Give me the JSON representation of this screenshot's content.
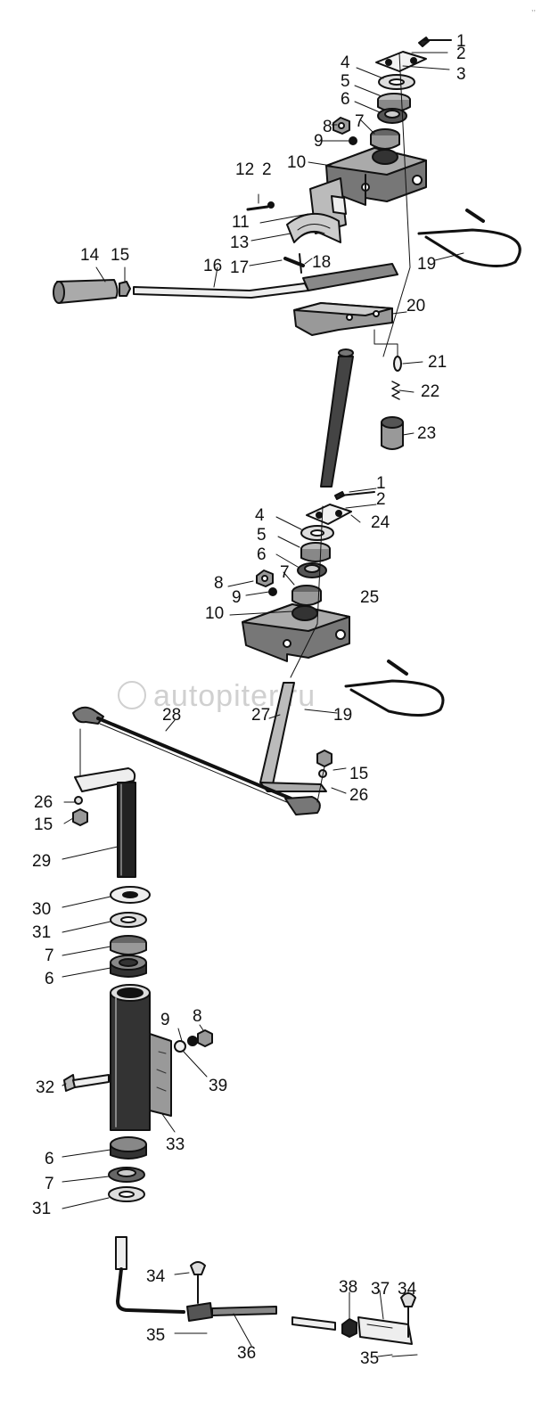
{
  "diagram": {
    "watermark": "autopiter.ru",
    "callouts": [
      {
        "text": "1"
      },
      {
        "text": "2"
      },
      {
        "text": "3"
      },
      {
        "text": "4"
      },
      {
        "text": "5"
      },
      {
        "text": "6"
      },
      {
        "text": "7"
      },
      {
        "text": "8"
      },
      {
        "text": "9"
      },
      {
        "text": "10"
      },
      {
        "text": "12"
      },
      {
        "text": "2"
      },
      {
        "text": "11"
      },
      {
        "text": "13"
      },
      {
        "text": "14"
      },
      {
        "text": "15"
      },
      {
        "text": "16"
      },
      {
        "text": "17"
      },
      {
        "text": "18"
      },
      {
        "text": "19"
      },
      {
        "text": "20"
      },
      {
        "text": "21"
      },
      {
        "text": "22"
      },
      {
        "text": "23"
      },
      {
        "text": "1"
      },
      {
        "text": "2"
      },
      {
        "text": "24"
      },
      {
        "text": "4"
      },
      {
        "text": "5"
      },
      {
        "text": "6"
      },
      {
        "text": "7"
      },
      {
        "text": "8"
      },
      {
        "text": "9"
      },
      {
        "text": "25"
      },
      {
        "text": "10"
      },
      {
        "text": "19"
      },
      {
        "text": "27"
      },
      {
        "text": "28"
      },
      {
        "text": "15"
      },
      {
        "text": "26"
      },
      {
        "text": "26"
      },
      {
        "text": "15"
      },
      {
        "text": "29"
      },
      {
        "text": "30"
      },
      {
        "text": "31"
      },
      {
        "text": "7"
      },
      {
        "text": "6"
      },
      {
        "text": "9"
      },
      {
        "text": "8"
      },
      {
        "text": "39"
      },
      {
        "text": "32"
      },
      {
        "text": "33"
      },
      {
        "text": "6"
      },
      {
        "text": "7"
      },
      {
        "text": "31"
      },
      {
        "text": "34"
      },
      {
        "text": "35"
      },
      {
        "text": "36"
      },
      {
        "text": "38"
      },
      {
        "text": "37"
      },
      {
        "text": "34"
      },
      {
        "text": "35"
      }
    ]
  }
}
